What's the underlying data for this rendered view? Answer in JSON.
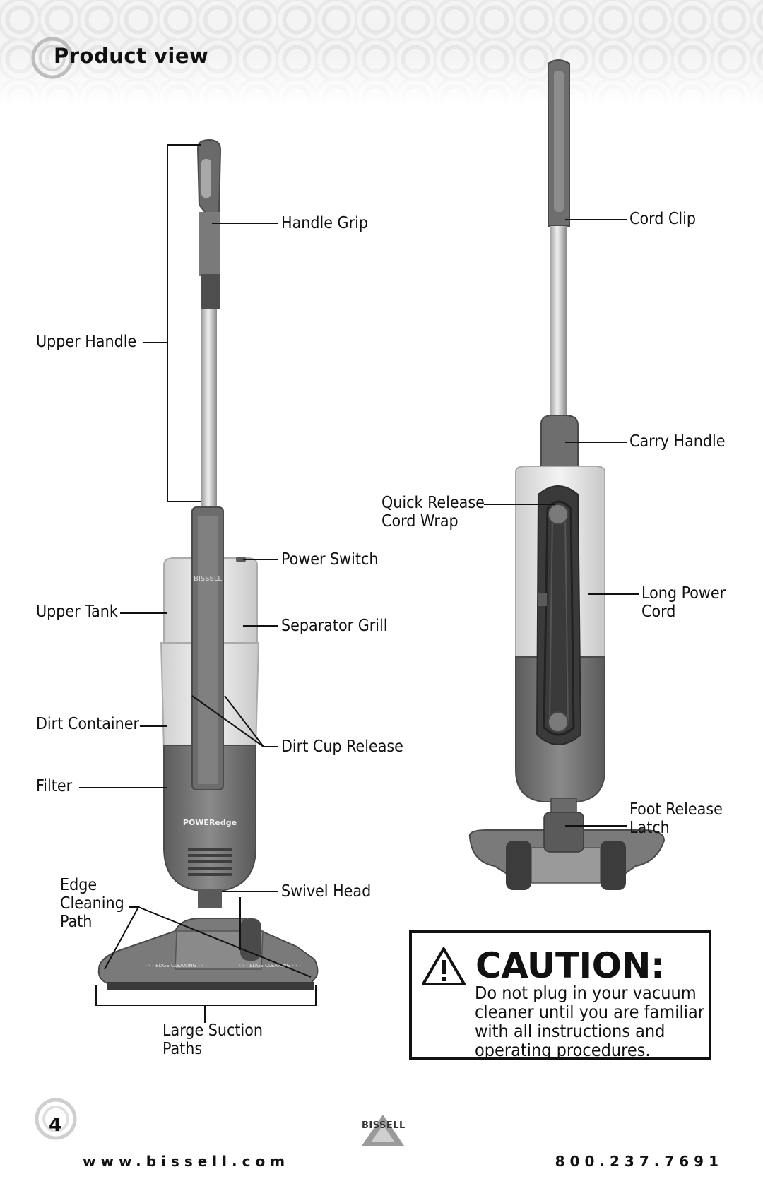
{
  "page": {
    "title": "Product view",
    "page_number": "4",
    "website": "www.bissell.com",
    "phone": "800.237.7691",
    "brand": "BISSELL"
  },
  "front_view_labels": {
    "handle_grip": "Handle Grip",
    "upper_handle": "Upper Handle",
    "power_switch": "Power Switch",
    "upper_tank": "Upper Tank",
    "separator_grill": "Separator Grill",
    "dirt_container": "Dirt Container",
    "dirt_cup_release": "Dirt Cup Release",
    "filter": "Filter",
    "edge_cleaning_path": "Edge\nCleaning\nPath",
    "swivel_head": "Swivel Head",
    "large_suction_paths": "Large Suction\nPaths"
  },
  "back_view_labels": {
    "cord_clip": "Cord Clip",
    "carry_handle": "Carry Handle",
    "quick_release_cord_wrap": "Quick Release\nCord Wrap",
    "long_power_cord": "Long Power\nCord",
    "foot_release_latch": "Foot Release\nLatch"
  },
  "product_markings": {
    "body_logo": "BISSELL",
    "model_name": "POWERedge"
  },
  "caution": {
    "icon": "warning-triangle-icon",
    "title": "CAUTION:",
    "text": "Do not plug in your vacuum cleaner until you are familiar with all instructions and operating procedures."
  },
  "colors": {
    "body_gray": "#6e6e6e",
    "dark_gray": "#4a4a4a",
    "tank_clear": "#e4e4e4",
    "pattern_gray": "#e6e6e6"
  }
}
